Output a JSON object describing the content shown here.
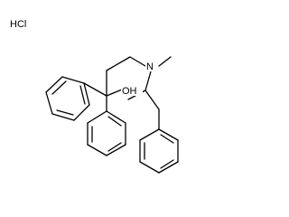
{
  "molecule": {
    "salt_label": "HCl",
    "hydroxyl_label": "OH",
    "nitrogen_label": "N"
  }
}
